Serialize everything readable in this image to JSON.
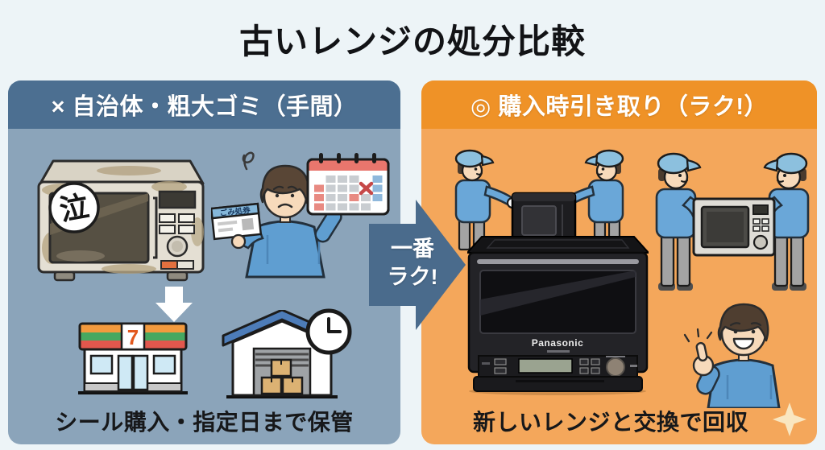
{
  "title": "古いレンジの処分比較",
  "left_panel": {
    "header": "× 自治体・粗大ゴミ（手間）",
    "caption": "シール購入・指定日まで保管",
    "microwave_badge": "泣",
    "ticket_label": "ごみ処券",
    "store_logo": "7"
  },
  "middle_arrow": {
    "line1": "一番",
    "line2": "ラク!"
  },
  "right_panel": {
    "header": "◎ 購入時引き取り（ラク!）",
    "caption": "新しいレンジと交換で回収",
    "brand": "Panasonic"
  },
  "colors": {
    "background": "#EDF4F7",
    "left_header": "#4C6F91",
    "left_body": "#8BA4BA",
    "right_header": "#EF9227",
    "right_body": "#F4A75B",
    "arrow": "#4A6B8C",
    "sparkle": "#F9E6C0"
  }
}
